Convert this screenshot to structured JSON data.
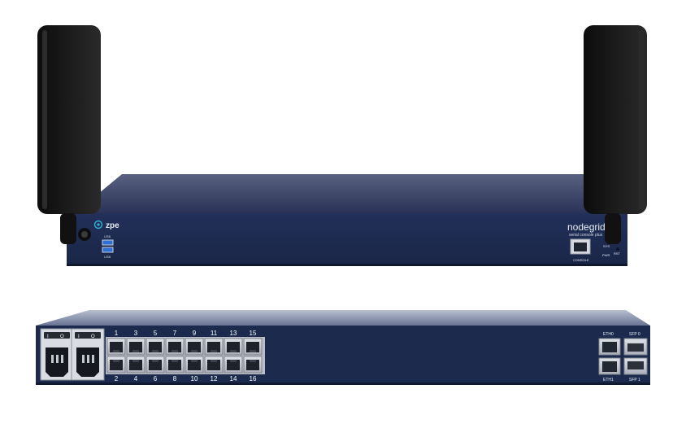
{
  "front_panel": {
    "brand": "zpe",
    "product": "nodegrid",
    "subtitle": "serial console plus",
    "usb_top_label": "USB",
    "usb_bottom_label": "USB",
    "console_label": "CONSOLE",
    "sys_label": "SYS",
    "pwr_label": "PWR",
    "rst_label": "RST"
  },
  "rear_panel": {
    "ports_top": [
      "1",
      "3",
      "5",
      "7",
      "9",
      "11",
      "13",
      "15"
    ],
    "ports_bottom": [
      "2",
      "4",
      "6",
      "8",
      "10",
      "12",
      "14",
      "16"
    ],
    "eth0_label": "ETH0",
    "eth1_label": "ETH1",
    "sfp0_label": "SFP 0",
    "sfp1_label": "SFP 1",
    "switch_on": "I",
    "switch_off": "O"
  },
  "colors": {
    "chassis_navy": "#1c2a4e",
    "chassis_top": "#2f3c62",
    "antenna": "#141414",
    "port_metal": "#c9ccd2",
    "label_white": "#e8ecf4"
  }
}
